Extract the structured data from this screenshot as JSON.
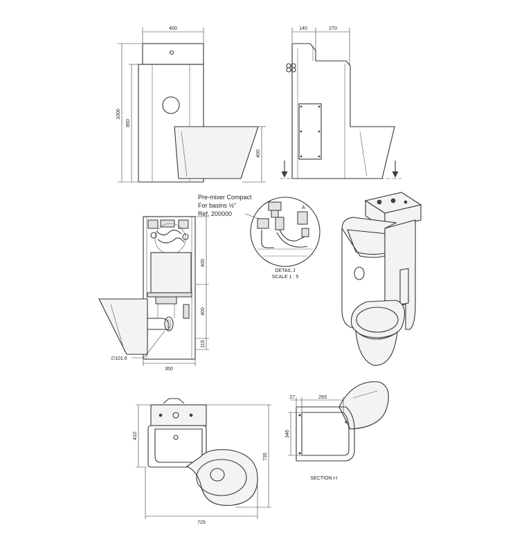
{
  "dimensions": {
    "front_width": "400",
    "front_total_height": "1000",
    "front_height_850": "850",
    "front_bowl_height": "400",
    "side_depth_140": "140",
    "side_depth_270": "270",
    "rear_400_upper": "400",
    "rear_400_lower": "400",
    "rear_115": "115",
    "rear_diameter": "∅101.6",
    "rear_width": "350",
    "plan_width": "725",
    "plan_depth": "735",
    "plan_410": "410",
    "section_27": "27",
    "section_293": "293",
    "section_346": "346"
  },
  "callout": {
    "line1": "Pre-mixer Compact",
    "line2": "For basins ½\"",
    "line3": "Ref. 200000"
  },
  "detail": {
    "name": "DETAIL J",
    "scale": "SCALE 1 : 5",
    "marker": "A"
  },
  "section": {
    "name": "SECTION I-I"
  }
}
